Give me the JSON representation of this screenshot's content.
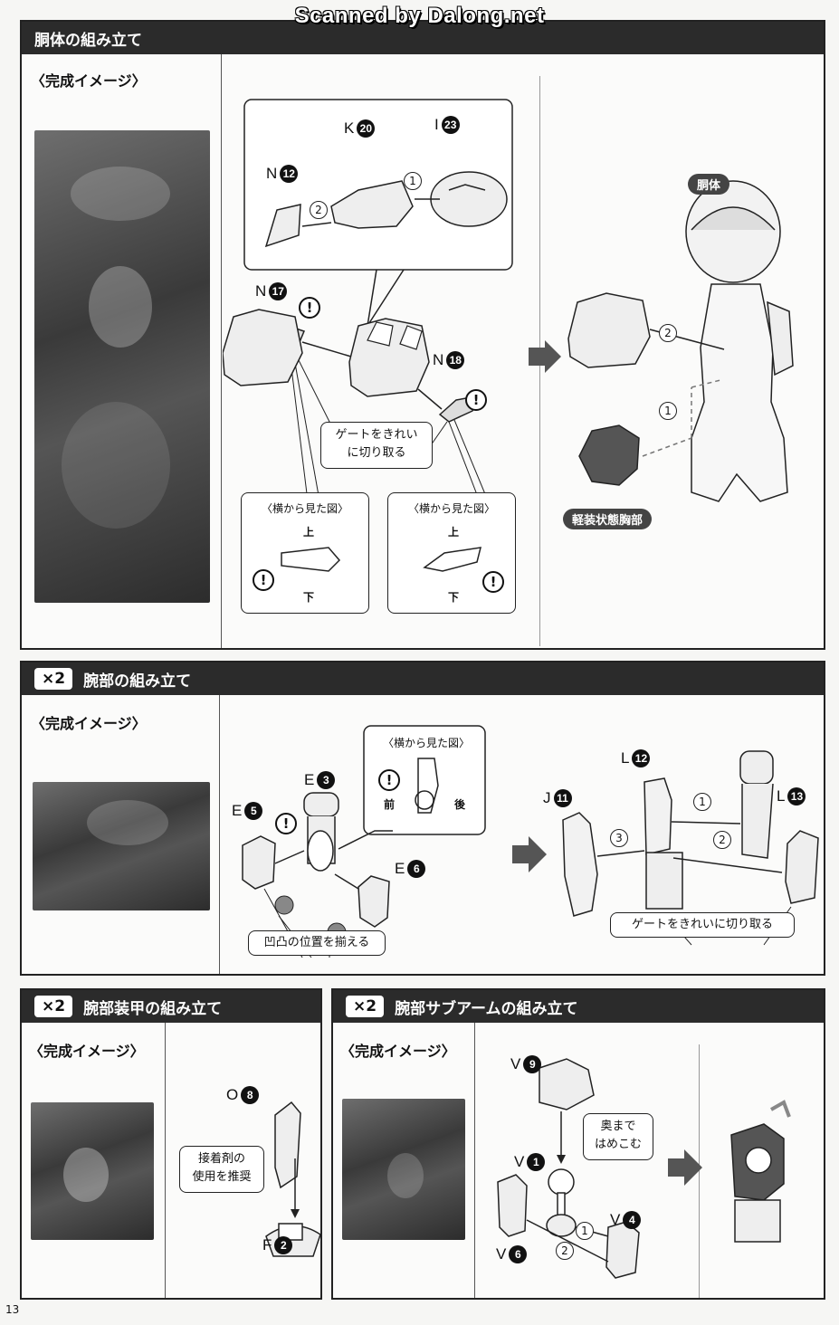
{
  "watermark": "Scanned by Dalong.net",
  "page_number": "13",
  "sections": {
    "torso": {
      "title": "胴体の組み立て",
      "image_label": "〈完成イメージ〉",
      "parts": {
        "k": "K",
        "k_num": "20",
        "i": "I",
        "i_num": "23",
        "n12": "N",
        "n12_num": "12",
        "n17": "N",
        "n17_num": "17",
        "n18": "N",
        "n18_num": "18"
      },
      "steps": {
        "s1": "1",
        "s2": "2"
      },
      "gate_note_line1": "ゲートをきれい",
      "gate_note_line2": "に切り取る",
      "side_view_title": "〈横から見た図〉",
      "up": "上",
      "down": "下",
      "torso_label": "胴体",
      "chest_label": "軽装状態胸部",
      "warn": "!"
    },
    "arm": {
      "x2": "×2",
      "title": "腕部の組み立て",
      "image_label": "〈完成イメージ〉",
      "parts": {
        "e3": "E",
        "e3_num": "3",
        "e5": "E",
        "e5_num": "5",
        "e6": "E",
        "e6_num": "6",
        "j11": "J",
        "j11_num": "11",
        "l12": "L",
        "l12_num": "12",
        "l13": "L",
        "l13_num": "13"
      },
      "side_view_title": "〈横から見た図〉",
      "front": "前",
      "back": "後",
      "align_note": "凹凸の位置を揃える",
      "gate_note": "ゲートをきれいに切り取る",
      "steps": {
        "s1": "1",
        "s2": "2",
        "s3": "3"
      },
      "warn": "!"
    },
    "armor": {
      "x2": "×2",
      "title": "腕部装甲の組み立て",
      "image_label": "〈完成イメージ〉",
      "parts": {
        "o8": "O",
        "o8_num": "8",
        "f2": "F",
        "f2_num": "2"
      },
      "glue_line1": "接着剤の",
      "glue_line2": "使用を推奨"
    },
    "subarm": {
      "x2": "×2",
      "title": "腕部サブアームの組み立て",
      "image_label": "〈完成イメージ〉",
      "parts": {
        "v9": "V",
        "v9_num": "9",
        "v1": "V",
        "v1_num": "1",
        "v4": "V",
        "v4_num": "4",
        "v6": "V",
        "v6_num": "6"
      },
      "push_line1": "奥まで",
      "push_line2": "はめこむ",
      "steps": {
        "s1": "1",
        "s2": "2"
      }
    }
  }
}
